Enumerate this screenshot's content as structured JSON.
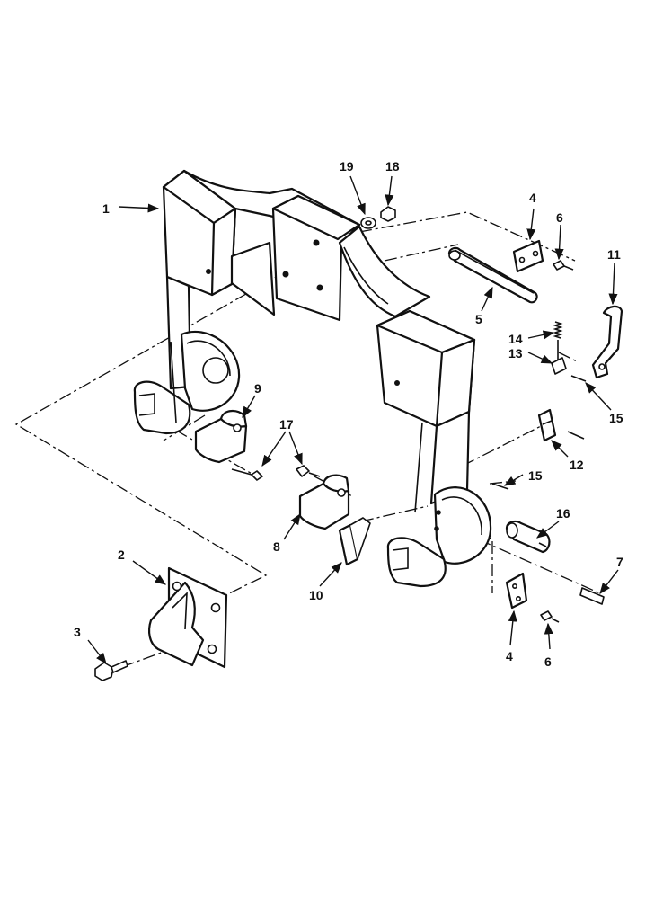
{
  "callouts": [
    {
      "id": "c1",
      "label": "1"
    },
    {
      "id": "c2",
      "label": "2"
    },
    {
      "id": "c3",
      "label": "3"
    },
    {
      "id": "c4a",
      "label": "4"
    },
    {
      "id": "c4b",
      "label": "4"
    },
    {
      "id": "c5",
      "label": "5"
    },
    {
      "id": "c6a",
      "label": "6"
    },
    {
      "id": "c6b",
      "label": "6"
    },
    {
      "id": "c7",
      "label": "7"
    },
    {
      "id": "c8",
      "label": "8"
    },
    {
      "id": "c9",
      "label": "9"
    },
    {
      "id": "c10",
      "label": "10"
    },
    {
      "id": "c11",
      "label": "11"
    },
    {
      "id": "c12",
      "label": "12"
    },
    {
      "id": "c13",
      "label": "13"
    },
    {
      "id": "c14",
      "label": "14"
    },
    {
      "id": "c15a",
      "label": "15"
    },
    {
      "id": "c15b",
      "label": "15"
    },
    {
      "id": "c16",
      "label": "16"
    },
    {
      "id": "c17",
      "label": "17"
    },
    {
      "id": "c18",
      "label": "18"
    },
    {
      "id": "c19",
      "label": "19"
    }
  ]
}
